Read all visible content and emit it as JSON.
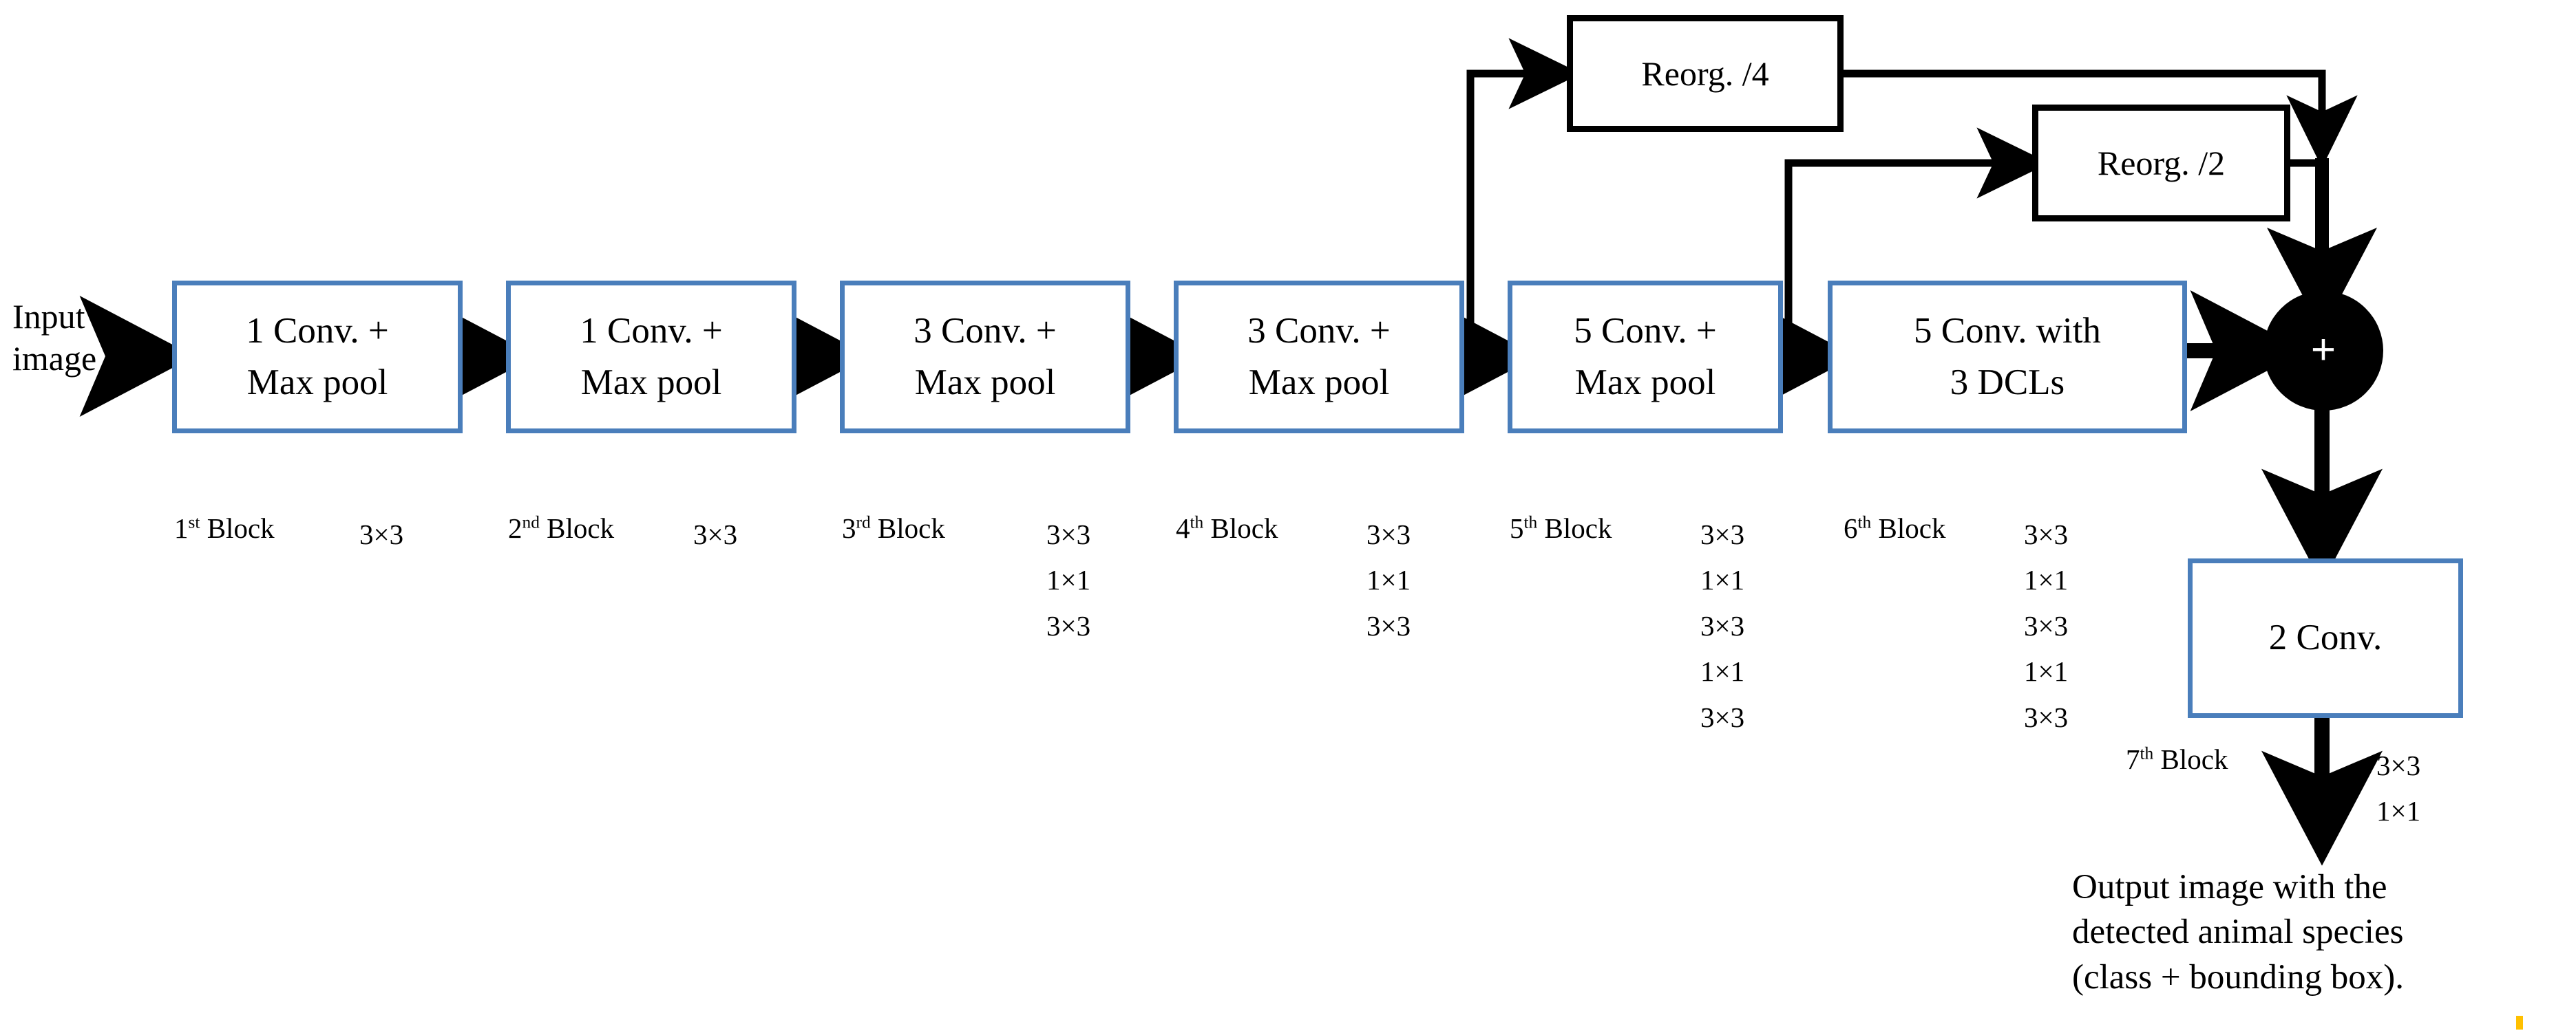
{
  "diagram": {
    "title": "CNN backbone block diagram for animal species detection",
    "accent_color": "#4A7EBB",
    "line_color": "#000000",
    "sum_node_color": "#000000",
    "speck_color": "#FFC000"
  },
  "input": {
    "line1": "Input",
    "line2": "image"
  },
  "blocks": [
    {
      "tag": "1",
      "tag_sup": "st",
      "tag_word": "Block",
      "line1": "1 Conv. +",
      "line2": "Max pool",
      "kernels": [
        "3×3"
      ]
    },
    {
      "tag": "2",
      "tag_sup": "nd",
      "tag_word": "Block",
      "line1": "1 Conv. +",
      "line2": "Max pool",
      "kernels": [
        "3×3"
      ]
    },
    {
      "tag": "3",
      "tag_sup": "rd",
      "tag_word": "Block",
      "line1": "3 Conv. +",
      "line2": "Max pool",
      "kernels": [
        "3×3",
        "1×1",
        "3×3"
      ]
    },
    {
      "tag": "4",
      "tag_sup": "th",
      "tag_word": "Block",
      "line1": "3 Conv. +",
      "line2": "Max pool",
      "kernels": [
        "3×3",
        "1×1",
        "3×3"
      ]
    },
    {
      "tag": "5",
      "tag_sup": "th",
      "tag_word": "Block",
      "line1": "5 Conv. +",
      "line2": "Max pool",
      "kernels": [
        "3×3",
        "1×1",
        "3×3",
        "1×1",
        "3×3"
      ]
    },
    {
      "tag": "6",
      "tag_sup": "th",
      "tag_word": "Block",
      "line1": "5 Conv. with",
      "line2": "3 DCLs",
      "kernels": [
        "3×3",
        "1×1",
        "3×3",
        "1×1",
        "3×3"
      ]
    },
    {
      "tag": "7",
      "tag_sup": "th",
      "tag_word": "Block",
      "line1": "2 Conv.",
      "line2": "",
      "kernels": [
        "3×3",
        "1×1"
      ]
    }
  ],
  "reorg": [
    {
      "label": "Reorg. /4"
    },
    {
      "label": "Reorg. /2"
    }
  ],
  "sum_node": {
    "symbol": "+"
  },
  "output": {
    "line1": "Output image with the",
    "line2": "detected animal species",
    "line3": "(class + bounding box)."
  }
}
